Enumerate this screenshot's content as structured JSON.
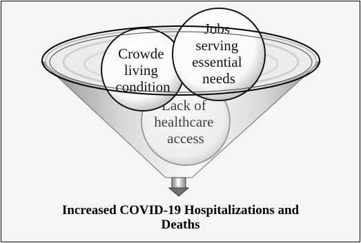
{
  "figure": {
    "factors": [
      {
        "id": "crowded",
        "lines": [
          "Crowde",
          "living",
          "condition"
        ]
      },
      {
        "id": "jobs",
        "lines": [
          "Jobs",
          "serving",
          "essential",
          "needs"
        ]
      },
      {
        "id": "healthcare",
        "lines": [
          "Lack of",
          "healthcare",
          "access"
        ]
      }
    ],
    "outcome": {
      "line1": "Increased COVID-19 Hospitalizations and",
      "line2": "Deaths"
    }
  },
  "colors": {
    "background": "#f5f5f5",
    "funnel_light": "#fcfcfc",
    "funnel_dark": "#8c8c8c",
    "outline": "#000000"
  }
}
